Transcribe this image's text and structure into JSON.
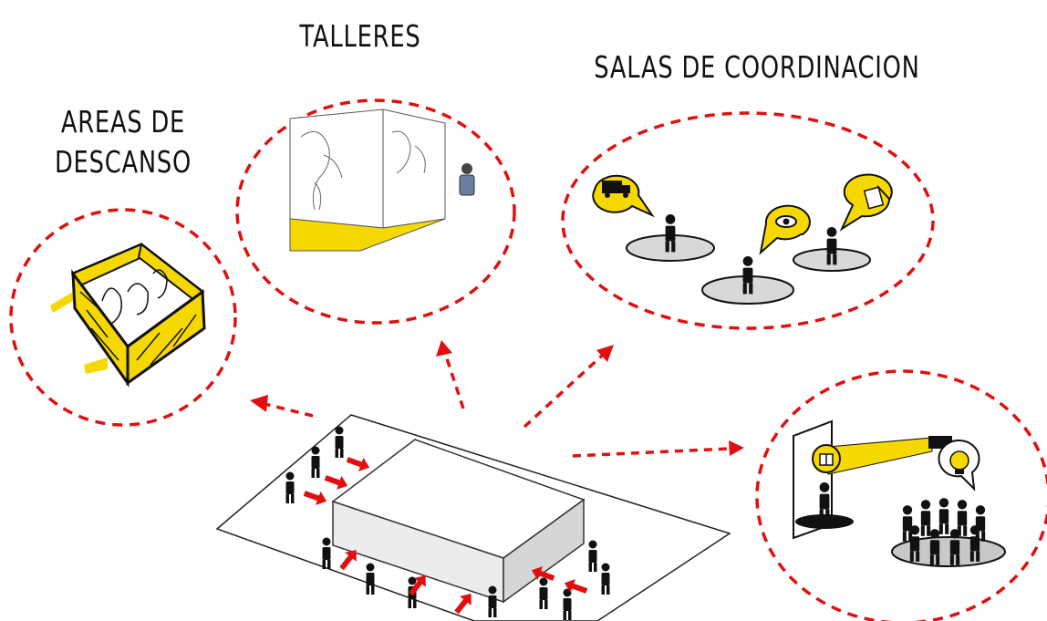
{
  "labels": {
    "talleres": "TALLERES",
    "salas": "SALAS DE COORDINACION",
    "areas_line1": "AREAS DE",
    "areas_line2": "DESCANSO"
  },
  "colors": {
    "dash_red": "#e01010",
    "accent_yellow": "#f5d800",
    "ink": "#111111",
    "block_grey": "#e4e4e4"
  },
  "icons": [
    "truck-icon",
    "eye-icon",
    "document-icon",
    "gift-icon",
    "lightbulb-icon",
    "projector-icon",
    "person-icon"
  ]
}
